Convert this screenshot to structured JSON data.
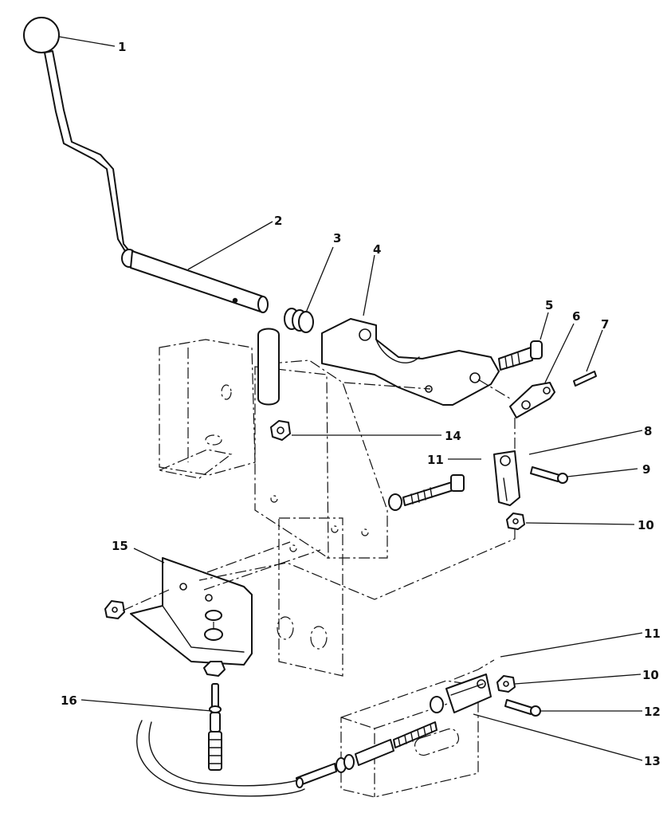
{
  "figure": {
    "callouts": [
      {
        "id": "c1",
        "text": "1"
      },
      {
        "id": "c2",
        "text": "2"
      },
      {
        "id": "c3",
        "text": "3"
      },
      {
        "id": "c4",
        "text": "4"
      },
      {
        "id": "c5",
        "text": "5"
      },
      {
        "id": "c6",
        "text": "6"
      },
      {
        "id": "c7",
        "text": "7"
      },
      {
        "id": "c8",
        "text": "8"
      },
      {
        "id": "c9",
        "text": "9"
      },
      {
        "id": "c10a",
        "text": "10"
      },
      {
        "id": "c11a",
        "text": "11"
      },
      {
        "id": "c14",
        "text": "14"
      },
      {
        "id": "c15",
        "text": "15"
      },
      {
        "id": "c16",
        "text": "16"
      },
      {
        "id": "c11b",
        "text": "11"
      },
      {
        "id": "c10b",
        "text": "10"
      },
      {
        "id": "c12",
        "text": "12"
      },
      {
        "id": "c13",
        "text": "13"
      }
    ]
  }
}
